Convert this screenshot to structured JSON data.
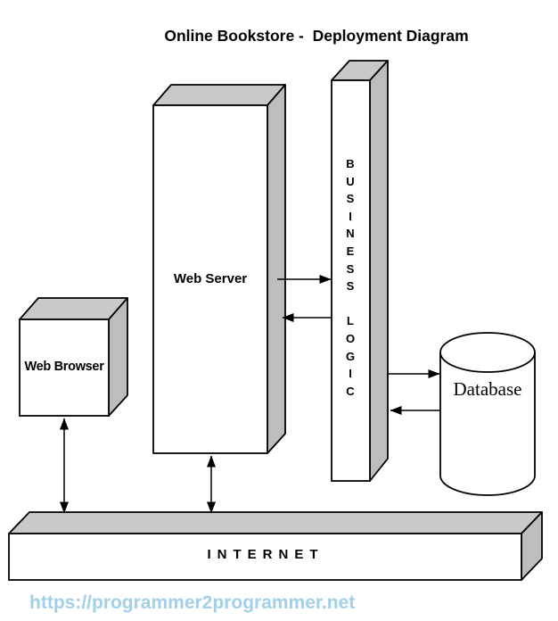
{
  "title": "Online Bookstore -  Deployment Diagram",
  "nodes": {
    "web_browser": {
      "label": "Web Browser",
      "shape": "3d-box"
    },
    "web_server": {
      "label": "Web Server",
      "shape": "3d-box"
    },
    "business_logic": {
      "name": "BUSINESS LOGIC",
      "label": "B\nU\nS\nI\nN\nE\nS\nS\n\nL\nO\nG\nI\nC",
      "shape": "3d-box"
    },
    "database": {
      "label": "Database",
      "shape": "cylinder"
    },
    "internet": {
      "label": "INTERNET",
      "shape": "3d-bar"
    }
  },
  "connections": [
    {
      "from": "Web Server",
      "to": "Business Logic",
      "type": "one-way-right"
    },
    {
      "from": "Business Logic",
      "to": "Web Server",
      "type": "one-way-left"
    },
    {
      "from": "Business Logic",
      "to": "Database",
      "type": "one-way-right"
    },
    {
      "from": "Database",
      "to": "Business Logic",
      "type": "one-way-left"
    },
    {
      "from": "Web Browser",
      "to": "Internet",
      "type": "two-way"
    },
    {
      "from": "Web Server",
      "to": "Internet",
      "type": "two-way"
    }
  ],
  "footer": {
    "url": "https://programmer2programmer.net"
  },
  "colors": {
    "box_front": "#ffffff",
    "box_top": "#c9c9c9",
    "box_side": "#bdbdbd",
    "outline": "#000000",
    "link_text": "#a2d0e8"
  }
}
